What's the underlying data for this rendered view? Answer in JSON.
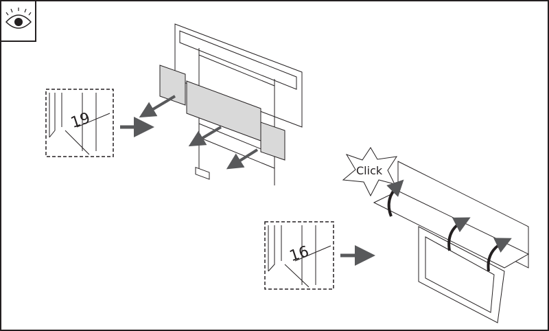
{
  "header": {
    "icon": "eye-icon"
  },
  "step1": {
    "detail_measurement": "19"
  },
  "step2": {
    "detail_measurement": "16",
    "callout": "Click"
  },
  "colors": {
    "line": "#231f20",
    "panel": "#d9d9d9",
    "arrow": "#58595b"
  }
}
